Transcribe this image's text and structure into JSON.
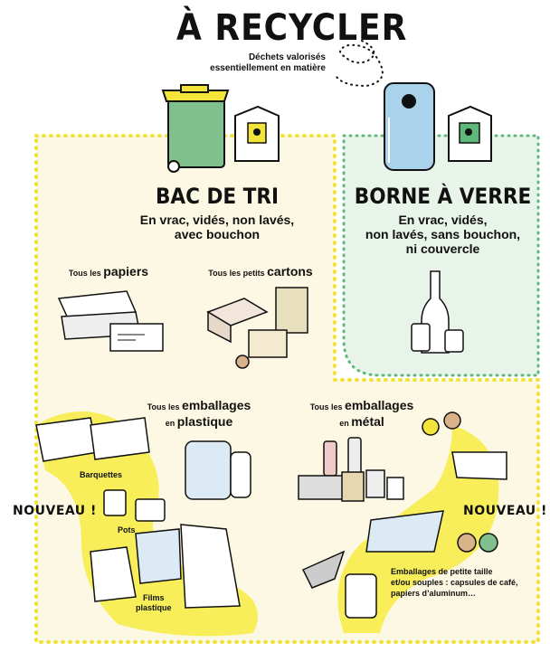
{
  "header": {
    "title": "À RECYCLER",
    "subtitle_line1": "Déchets valorisés",
    "subtitle_line2": "essentiellement en matière"
  },
  "bac_de_tri": {
    "title": "BAC DE TRI",
    "desc_line1": "En vrac, vidés, non lavés,",
    "desc_line2": "avec bouchon",
    "papiers_prefix": "Tous les",
    "papiers_label": "papiers",
    "cartons_prefix": "Tous les petits",
    "cartons_label": "cartons",
    "plastique_prefix": "Tous les",
    "plastique_label1": "emballages",
    "plastique_prefix2": "en",
    "plastique_label2": "plastique",
    "metal_prefix": "Tous les",
    "metal_label1": "emballages",
    "metal_prefix2": "en",
    "metal_label2": "métal",
    "barquettes": "Barquettes",
    "pots": "Pots",
    "films_line1": "Films",
    "films_line2": "plastique",
    "petite_line1": "Emballages de petite taille",
    "petite_line2": "et/ou souples : capsules de café,",
    "petite_line3": "papiers d’aluminum…",
    "nouveau_left": "NOUVEAU !",
    "nouveau_right": "NOUVEAU !"
  },
  "borne_verre": {
    "title": "BORNE À VERRE",
    "desc_line1": "En vrac, vidés,",
    "desc_line2": "non lavés, sans bouchon,",
    "desc_line3": "ni couvercle"
  },
  "colors": {
    "yellow_zone": "#fdf8e3",
    "yellow_dots": "#f1e33b",
    "yellow_blob": "#f7ee5a",
    "green_zone": "#e8f3ea",
    "green_dots": "#5db87a",
    "bin_green": "#7fc08c",
    "bin_lid": "#f3e43a",
    "borne_blue": "#a8d3ea"
  }
}
